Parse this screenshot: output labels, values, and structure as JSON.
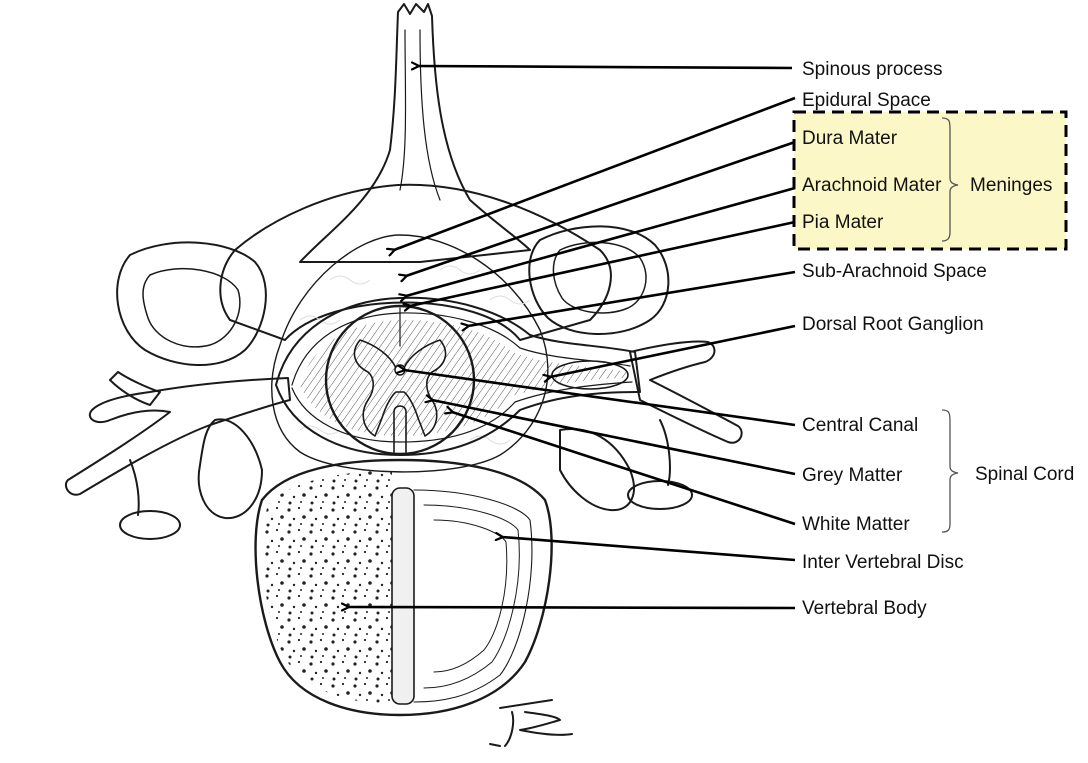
{
  "labels": {
    "spinous_process": "Spinous process",
    "epidural_space": "Epidural Space",
    "dura_mater": "Dura Mater",
    "arachnoid_mater": "Arachnoid Mater",
    "pia_mater": "Pia Mater",
    "sub_arachnoid_space": "Sub-Arachnoid Space",
    "dorsal_root_ganglion": "Dorsal Root Ganglion",
    "central_canal": "Central Canal",
    "grey_matter": "Grey Matter",
    "white_matter": "White Matter",
    "inter_vertebral_disc": "Inter Vertebral Disc",
    "vertebral_body": "Vertebral Body"
  },
  "groups": {
    "meninges": "Meninges",
    "spinal_cord": "Spinal Cord"
  },
  "colors": {
    "meninges_box_fill": "#fbf7c6",
    "ink": "#1a1a1a"
  },
  "signature": "artist-monogram"
}
